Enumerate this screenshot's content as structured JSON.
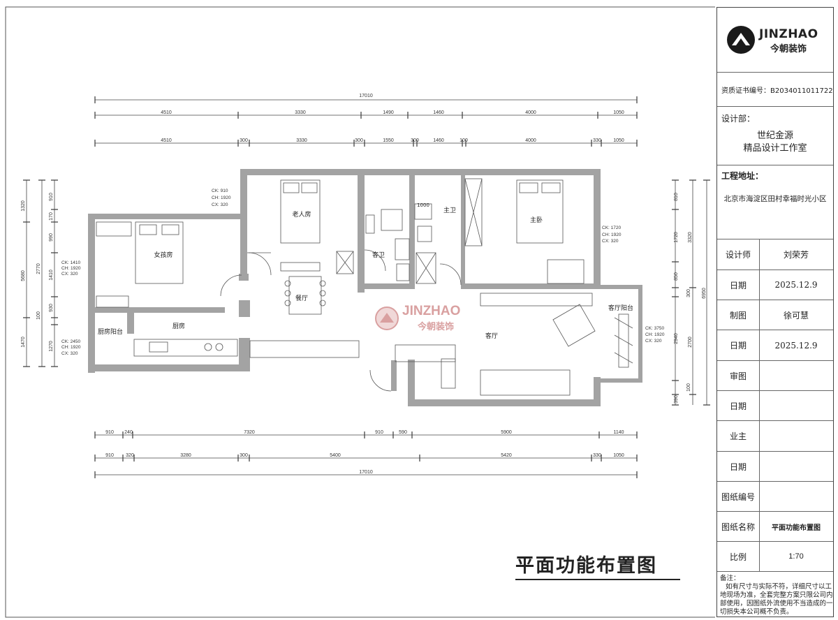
{
  "title_block": {
    "logo_text": "JINZHAO",
    "logo_sub": "今朝装饰",
    "cert": "资质证书编号：B2034011011722",
    "designer_dept_label": "设计部：",
    "studio_line1": "世纪金源",
    "studio_line2": "精品设计工作室",
    "address_label": "工程地址：",
    "address": "北京市海淀区田村幸福时光小区",
    "rows": [
      {
        "label": "设计师",
        "value": "刘荣芳"
      },
      {
        "label": "日期",
        "value": "2025.12.9"
      },
      {
        "label": "制图",
        "value": "徐可慧"
      },
      {
        "label": "日期",
        "value": "2025.12.9"
      },
      {
        "label": "审图",
        "value": ""
      },
      {
        "label": "日期",
        "value": ""
      },
      {
        "label": "业主",
        "value": ""
      },
      {
        "label": "日期",
        "value": ""
      },
      {
        "label": "图纸编号",
        "value": ""
      },
      {
        "label": "图纸名称",
        "value": "平面功能布置图"
      },
      {
        "label": "比例",
        "value": "1:70"
      }
    ],
    "remarks_label": "备注：",
    "remarks": [
      "如有尺寸与实际不符，详细尺寸以工",
      "地现场为准，全套完整方案只限公司内",
      "部使用，因图纸外流使用不当造成的一",
      "切损失本公司概不负责。"
    ]
  },
  "drawing_title": "平面功能布置图",
  "watermark": {
    "en": "JINZHAO",
    "cn": "今朝装饰"
  },
  "rooms": [
    "女孩房",
    "老人房",
    "主卧",
    "客卫",
    "主卫",
    "餐厅",
    "客厅",
    "客厅阳台",
    "厨房阳台",
    "厨房"
  ],
  "dims_top_total": "17010",
  "dims_top_row1": [
    "4510",
    "3330",
    "1490",
    "1460",
    "4000",
    "1050"
  ],
  "dims_top_row2": [
    "4510",
    "300",
    "3330",
    "300",
    "1550",
    "300",
    "1460",
    "100",
    "4000",
    "330",
    "1050"
  ],
  "dims_bottom_row1": [
    "910",
    "240",
    "7320",
    "910",
    "590",
    "5900",
    "1140"
  ],
  "dims_bottom_row2": [
    "910",
    "320",
    "3280",
    "300",
    "5400",
    "5420",
    "330",
    "1050"
  ],
  "dims_bottom_total": "17010",
  "dims_left_outer": [
    "1320",
    "5680",
    "1470"
  ],
  "dims_left_inner": [
    "910",
    "170",
    "990",
    "2770",
    "1410",
    "930",
    "100",
    "1270"
  ],
  "dims_right": [
    "810",
    "1720",
    "3320",
    "850",
    "6950",
    "300",
    "2940",
    "2700",
    "100",
    "390"
  ],
  "openings": [
    [
      "CK: 910",
      "CH: 1920",
      "CX: 320"
    ],
    [
      "CK: 1410",
      "CH: 1920",
      "CX: 320"
    ],
    [
      "CK: 2450",
      "CH: 1920",
      "CX: 320"
    ],
    [
      "CK: 1720",
      "CH: 1920",
      "CX: 320"
    ],
    [
      "CK: 3750",
      "CH: 1920",
      "CX: 320"
    ]
  ],
  "misc_labels": {
    "shower": "1000"
  },
  "colors": {
    "wall": "#a3a3a3",
    "line": "#444444",
    "watermark": "#d9a0a0"
  }
}
